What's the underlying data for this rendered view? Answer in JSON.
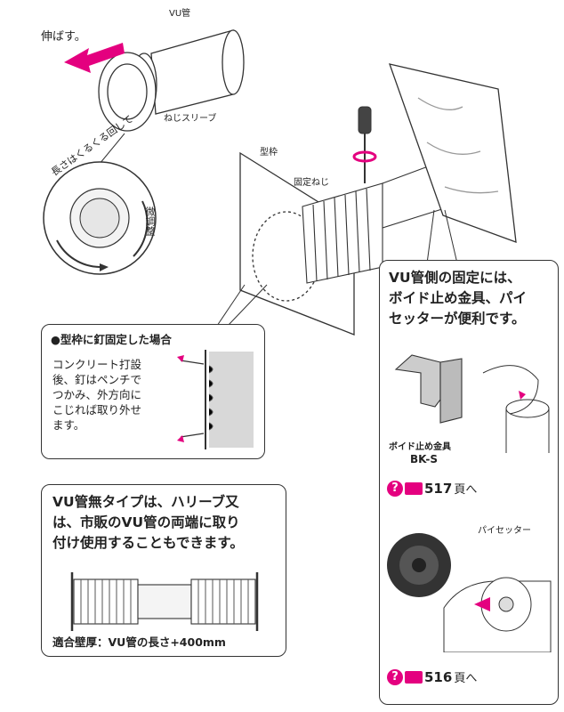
{
  "top": {
    "vu_pipe_label": "VU管",
    "extend_label": "伸ばす。",
    "screw_sleeve_label": "ねじスリーブ",
    "dial_text_left": "長さはくるくる回して",
    "dial_text_right": "微調整",
    "formwork_label": "型枠",
    "fix_screw_label": "固定ねじ"
  },
  "nail_box": {
    "heading": "●型枠に釘固定した場合",
    "text": "コンクリート打設\n後、釘はペンチで\nつかみ、外方向に\nこじれば取り外せ\nます。"
  },
  "no_vu_box": {
    "heading": "VU管無タイプは、ハリーブ又\nは、市販のVU管の両端に取り\n付け使用することもできます。",
    "footer": "適合壁厚：VU管の長さ+400mm"
  },
  "right_box": {
    "heading": "VU管側の固定には、\nボイド止め金具、パイ\nセッターが便利です。",
    "product1_name": "ボイド止め金具",
    "product1_code": "BK-S",
    "ref1_page": "517",
    "ref_suffix": "頁へ",
    "product2_name": "パイセッター",
    "ref2_page": "516",
    "ref_icon_text": "?"
  },
  "colors": {
    "accent": "#e4007f",
    "line": "#333333"
  }
}
